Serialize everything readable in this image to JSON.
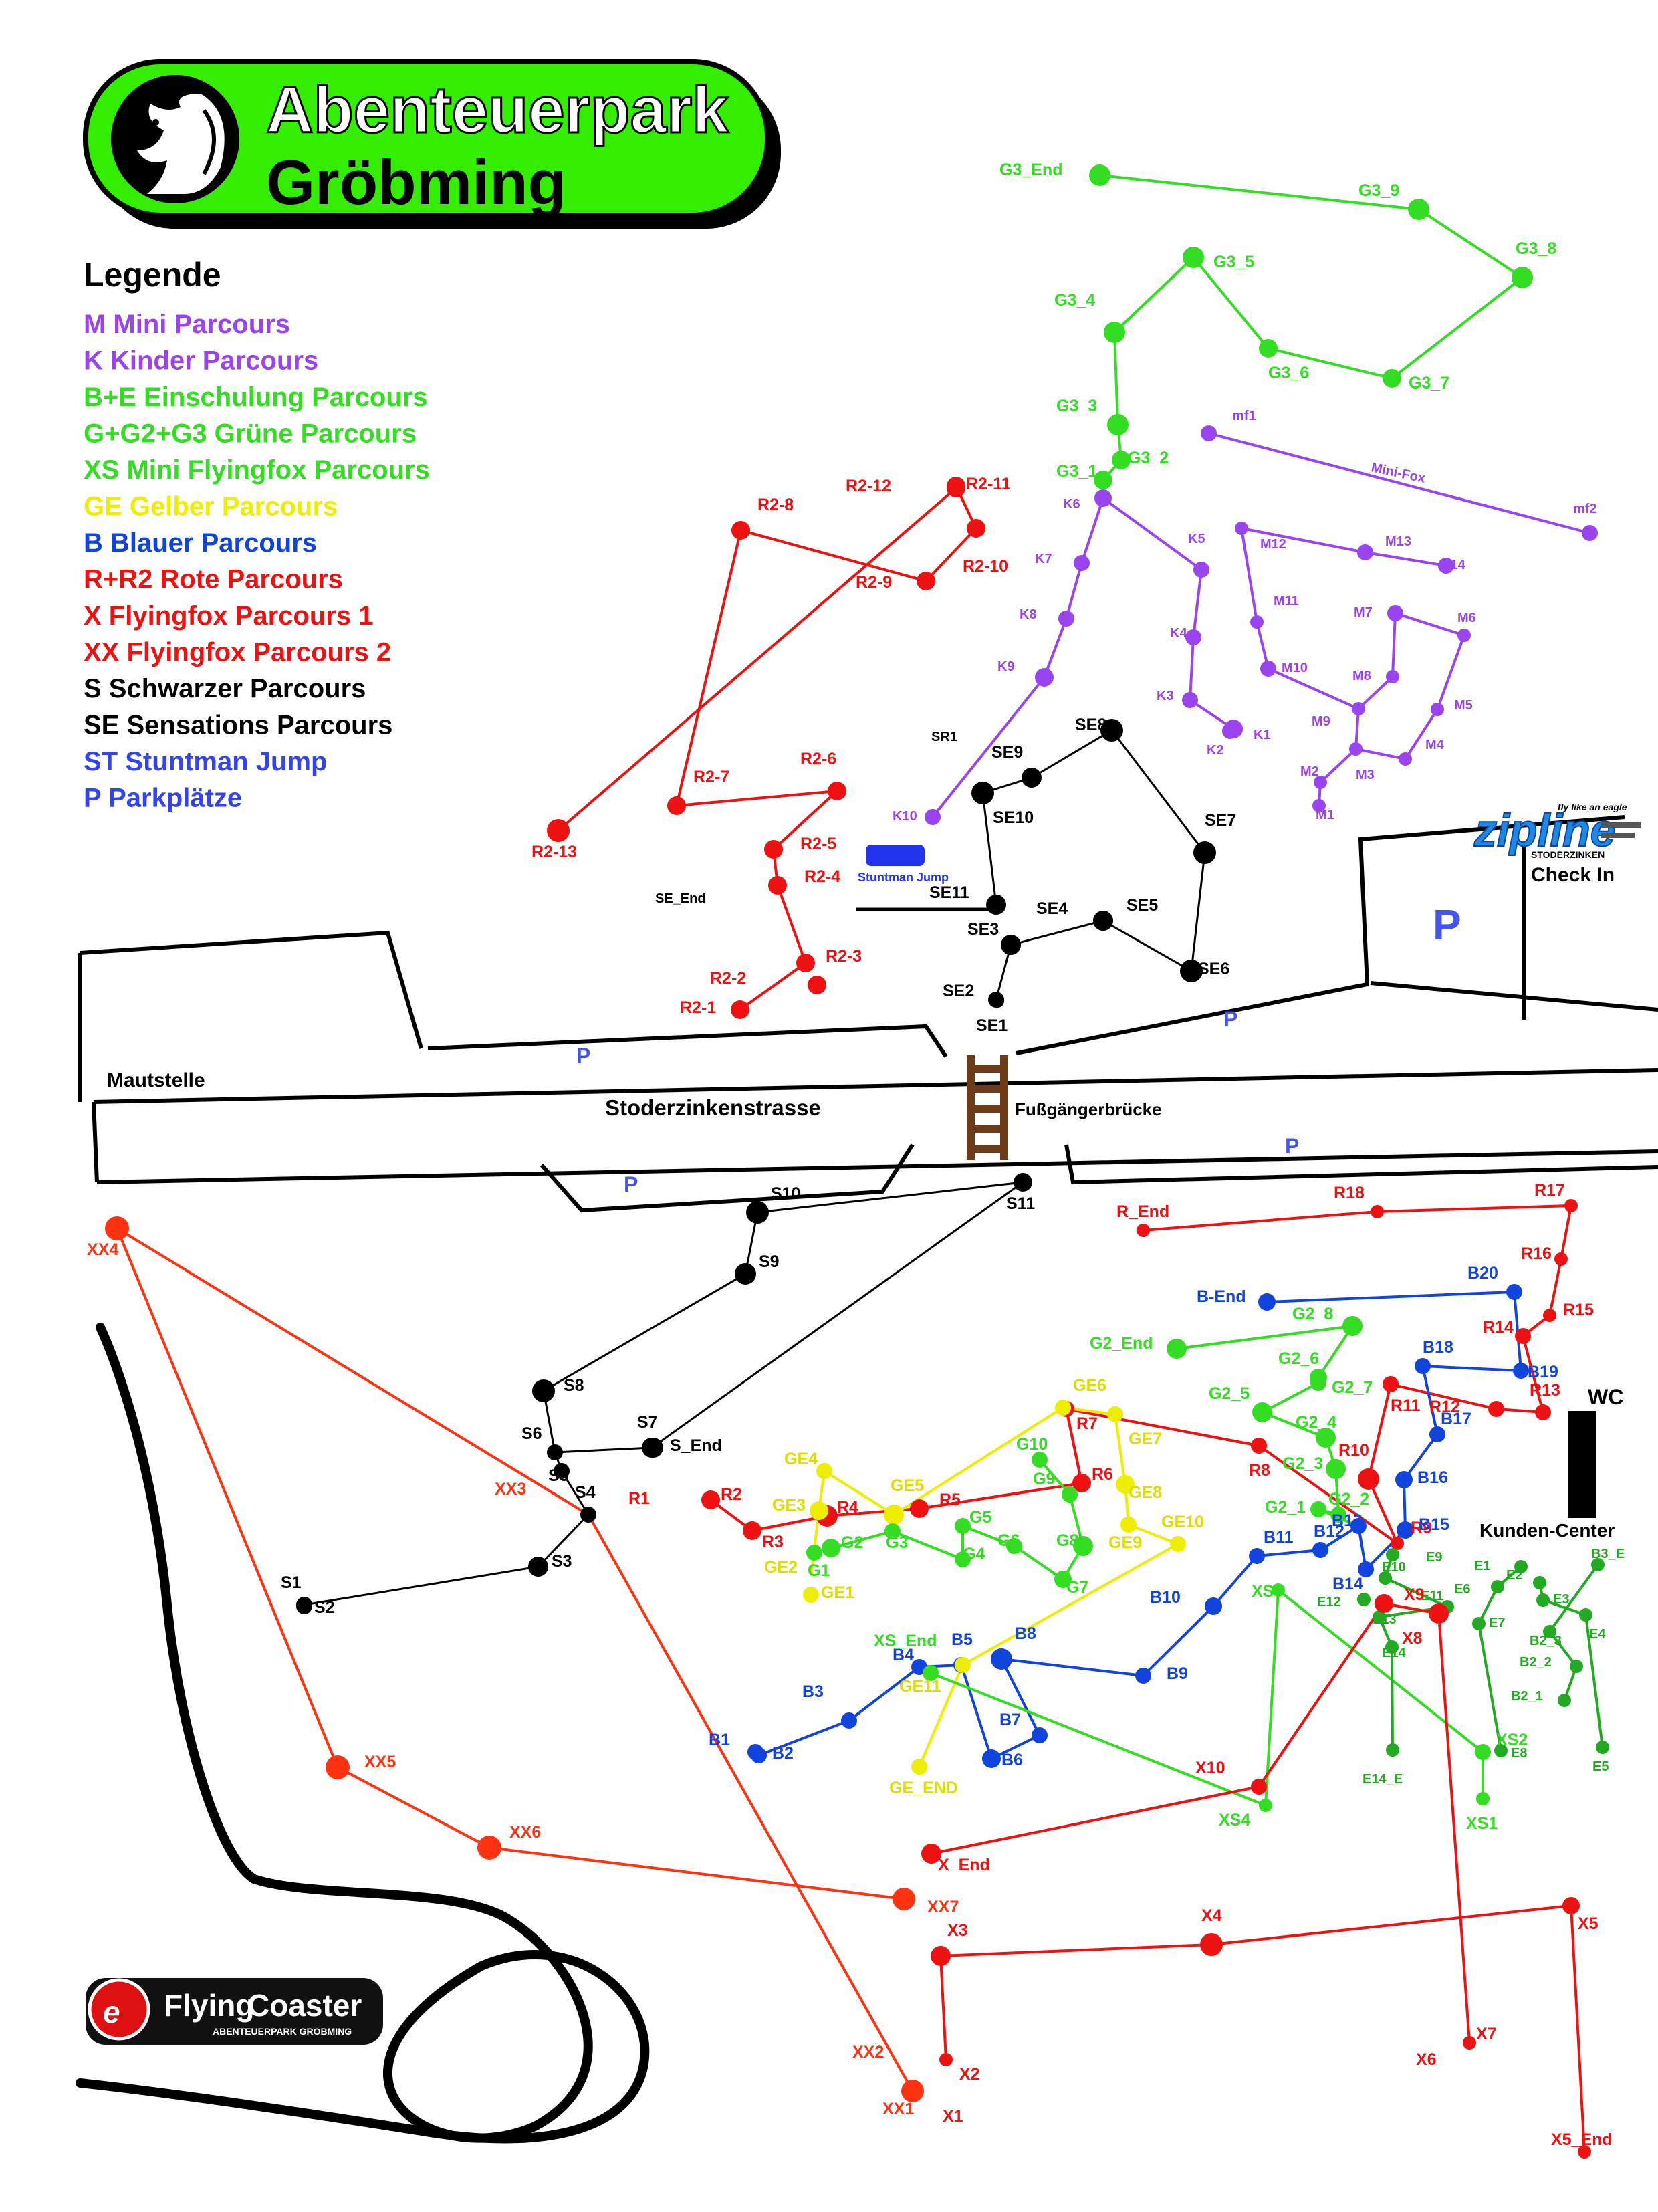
{
  "header": {
    "line1": "Abenteuerpark",
    "line2": "Gröbming",
    "bg_color": "#33ee00"
  },
  "legend": {
    "title": "Legende",
    "items": [
      {
        "text": "M  Mini Parcours",
        "color": "#9944ee"
      },
      {
        "text": "K  Kinder Parcours",
        "color": "#9944ee"
      },
      {
        "text": "B+E  Einschulung Parcours",
        "color": "#33dd22"
      },
      {
        "text": "G+G2+G3 Grüne Parcours",
        "color": "#33dd22"
      },
      {
        "text": "XS Mini Flyingfox Parcours",
        "color": "#33dd22"
      },
      {
        "text": "GE Gelber Parcours",
        "color": "#eeee00"
      },
      {
        "text": "B    Blauer Parcours",
        "color": "#1144dd"
      },
      {
        "text": "R+R2 Rote Parcours",
        "color": "#ee1111"
      },
      {
        "text": "X    Flyingfox Parcours 1",
        "color": "#ee1111"
      },
      {
        "text": "XX Flyingfox Parcours 2",
        "color": "#ee1111"
      },
      {
        "text": "S    Schwarzer Parcours",
        "color": "#000000"
      },
      {
        "text": "SE Sensations Parcours",
        "color": "#000000"
      },
      {
        "text": "ST Stuntman Jump",
        "color": "#3344ee"
      },
      {
        "text": "P    Parkplätze",
        "color": "#3344ee"
      }
    ]
  },
  "places": {
    "road": "Stoderzinkenstrasse",
    "bridge": "Fußgängerbrücke",
    "toll": "Mautstelle",
    "checkin": "Check In",
    "wc": "WC",
    "kunden": "Kunden-Center",
    "stuntman": "Stuntman Jump",
    "minifox": "Mini-Fox",
    "parking": [
      "P",
      "P",
      "P",
      "P",
      "P"
    ]
  },
  "zipline": {
    "name": "zipline",
    "tagline": "fly like an eagle",
    "sub": "STODERZINKEN"
  },
  "flyingcoaster": {
    "name1": "Flying",
    "name2": "Coaster",
    "sub": "ABENTEUERPARK GRÖBMING"
  },
  "colors": {
    "purple": "#9944ee",
    "green": "#33dd22",
    "darkgreen": "#22aa22",
    "yellow": "#eeee00",
    "blue": "#1144dd",
    "red": "#ee1111",
    "orangered": "#ff3311",
    "black": "#000000"
  },
  "station_labels": [
    "G3_End",
    "G3_9",
    "G3_8",
    "G3_5",
    "G3_4",
    "G3_6",
    "G3_7",
    "G3_3",
    "G3_2",
    "G3_1",
    "mf1",
    "mf2",
    "K6",
    "K5",
    "K7",
    "K8",
    "K4",
    "K9",
    "K3",
    "K2",
    "K1",
    "K10",
    "M12",
    "M13",
    "M14",
    "M11",
    "M10",
    "M7",
    "M6",
    "M8",
    "M9",
    "M5",
    "M4",
    "M3",
    "M2",
    "M1",
    "R2-12",
    "R2-11",
    "R2-8",
    "R2-10",
    "R2-9",
    "R2-7",
    "R2-6",
    "R2-5",
    "R2-4",
    "R2-3",
    "R2-2",
    "R2-1",
    "R2-13",
    "SR1",
    "SE_End",
    "SE8",
    "SE9",
    "SE10",
    "SE11",
    "SE7",
    "SE4",
    "SE5",
    "SE3",
    "SE6",
    "SE2",
    "SE1",
    "S10",
    "S11",
    "S9",
    "S8",
    "S7",
    "S_End",
    "S6",
    "S5",
    "S4",
    "S3",
    "S1",
    "S2",
    "XX4",
    "XX3",
    "XX5",
    "XX6",
    "XX7",
    "XX2",
    "XX1",
    "R_End",
    "R18",
    "R17",
    "R16",
    "R15",
    "R14",
    "R13",
    "R12",
    "R11",
    "R10",
    "R9",
    "R8",
    "R7",
    "R6",
    "R5",
    "R4",
    "R3",
    "R2",
    "R1",
    "B-End",
    "B20",
    "B18",
    "B19",
    "B17",
    "B16",
    "B15",
    "B14",
    "B13",
    "B12",
    "B11",
    "B10",
    "B9",
    "B8",
    "B7",
    "B6",
    "B5",
    "B4",
    "B3",
    "B2",
    "B1",
    "G2_End",
    "G2_8",
    "G2_6",
    "G2_7",
    "G2_5",
    "G2_4",
    "G2_3",
    "G2_2",
    "G2_1",
    "GE6",
    "GE7",
    "GE4",
    "GE5",
    "GE3",
    "GE8",
    "GE9",
    "GE10",
    "GE2",
    "GE1",
    "GE11",
    "GE_END",
    "G10",
    "G9",
    "G8",
    "G7",
    "G6",
    "G5",
    "G4",
    "G3",
    "G2",
    "G1",
    "XS_End",
    "XS3",
    "XS4",
    "XS2",
    "XS1",
    "E1",
    "E2",
    "E3",
    "E4",
    "E5",
    "E6",
    "E7",
    "E8",
    "E9",
    "E10",
    "E11",
    "E12",
    "E13",
    "E14",
    "E14_E",
    "B3_E",
    "B2_3",
    "B2_2",
    "B2_1",
    "X10",
    "X_End",
    "X9",
    "X8",
    "X3",
    "X4",
    "X5",
    "X2",
    "X1",
    "X6",
    "X7",
    "X5_End"
  ]
}
